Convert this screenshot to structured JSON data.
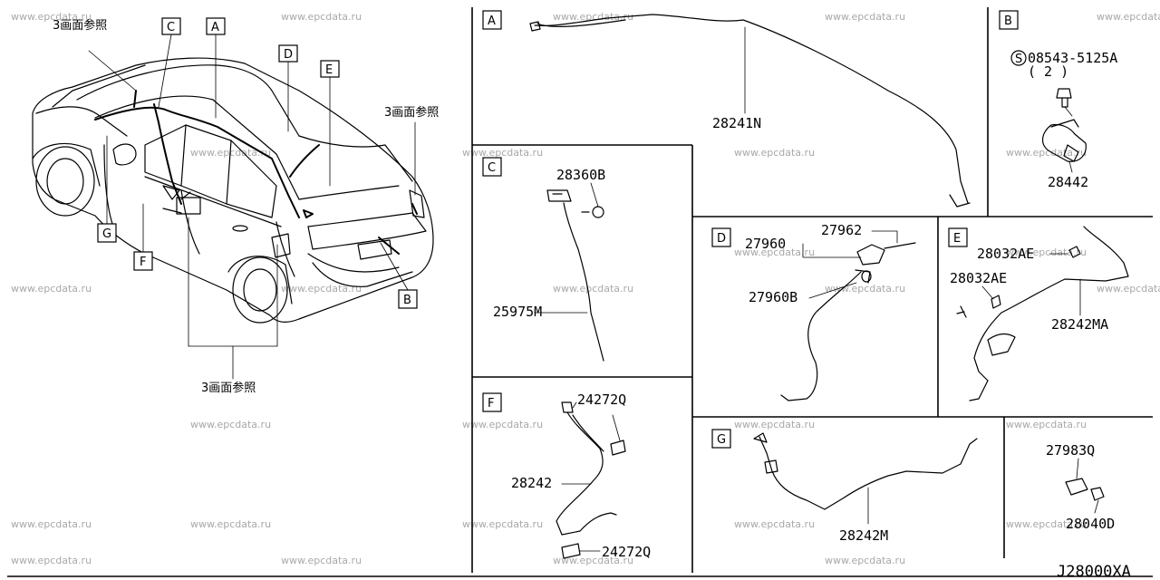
{
  "watermark": "www.epcdata.ru",
  "diagram_code": "J28000XA",
  "overview": {
    "ref_note": "3画面参照",
    "letters": [
      "A",
      "B",
      "C",
      "D",
      "E",
      "F",
      "G"
    ]
  },
  "panels": {
    "A": {
      "letter": "A",
      "parts": [
        "28241N"
      ]
    },
    "B": {
      "letter": "B",
      "parts": [
        "08543-5125A",
        "( 2 )",
        "28442"
      ]
    },
    "C": {
      "letter": "C",
      "parts": [
        "28360B",
        "25975M"
      ]
    },
    "D": {
      "letter": "D",
      "parts": [
        "27960",
        "27962",
        "27960B"
      ]
    },
    "E": {
      "letter": "E",
      "parts": [
        "28032AE",
        "28032AE",
        "28242MA"
      ]
    },
    "F": {
      "letter": "F",
      "parts": [
        "24272Q",
        "28242",
        "24272Q"
      ]
    },
    "G": {
      "letter": "G",
      "parts": [
        "28242M"
      ]
    },
    "H": {
      "parts": [
        "27983Q",
        "28040D"
      ]
    }
  },
  "bolt_symbol": "S"
}
